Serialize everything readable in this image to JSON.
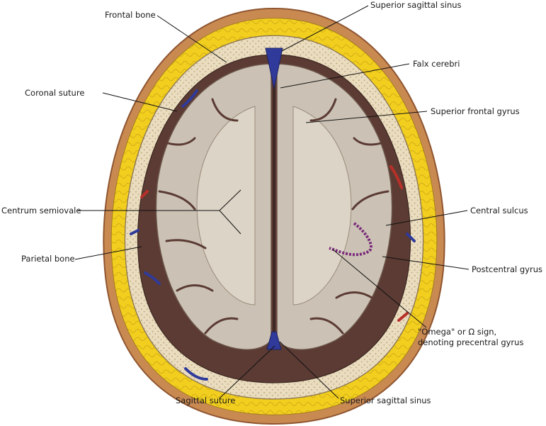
{
  "labels": {
    "frontal_bone": "Frontal bone",
    "superior_sagittal_sinus_top": "Superior sagittal sinus",
    "falx_cerebri": "Falx cerebri",
    "coronal_suture": "Coronal suture",
    "superior_frontal_gyrus": "Superior frontal gyrus",
    "centrum_semiovale": "Centrum semiovale",
    "central_sulcus": "Central sulcus",
    "parietal_bone": "Parietal bone",
    "postcentral_gyrus": "Postcentral gyrus",
    "omega_line1": "\"Omega\" or Ω sign,",
    "omega_line2": "denoting precentral gyrus",
    "sagittal_suture": "Sagittal suture",
    "superior_sagittal_sinus_bottom": "Superior sagittal sinus"
  },
  "colors": {
    "skin": "#c98a52",
    "fat": "#f2cf1e",
    "bone": "#e9dcbf",
    "cavity": "#5b3b33",
    "gyri": "#cbc2b5",
    "white_matter": "#dcd4c6",
    "vein": "#2f3a9a",
    "artery": "#b8302a",
    "omega": "#7a2a7a"
  }
}
